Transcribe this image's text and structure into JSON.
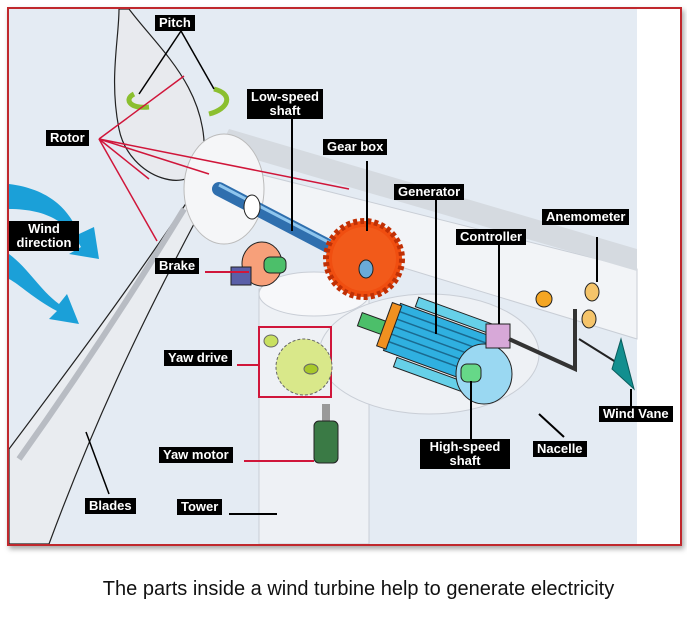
{
  "diagram": {
    "title": "Wind turbine components",
    "labels": {
      "pitch": "Pitch",
      "rotor": "Rotor",
      "low_speed_shaft": "Low-speed shaft",
      "gear_box": "Gear box",
      "generator": "Generator",
      "controller": "Controller",
      "anemometer": "Anemometer",
      "wind_direction": "Wind direction",
      "brake": "Brake",
      "yaw_drive": "Yaw drive",
      "yaw_motor": "Yaw motor",
      "blades": "Blades",
      "tower": "Tower",
      "high_speed_shaft": "High-speed shaft",
      "nacelle": "Nacelle",
      "wind_vane": "Wind Vane"
    },
    "colors": {
      "frame_border": "#c0282d",
      "background": "#e4ebf3",
      "label_bg": "#000000",
      "label_text": "#ffffff",
      "rotor_lines": "#d0163a",
      "wind_arrows": "#1ba0d8",
      "gear": "#f04e10",
      "shaft": "#3a85c8",
      "generator": "#2fb0e0",
      "controller": "#d7a8d8",
      "anemometer_cups": "#f5a623",
      "wind_vane": "#128f8f",
      "yaw_motor": "#3a7a45",
      "yaw_gear": "#d9e88a"
    }
  },
  "caption": "The parts inside a wind turbine help to generate electricity"
}
